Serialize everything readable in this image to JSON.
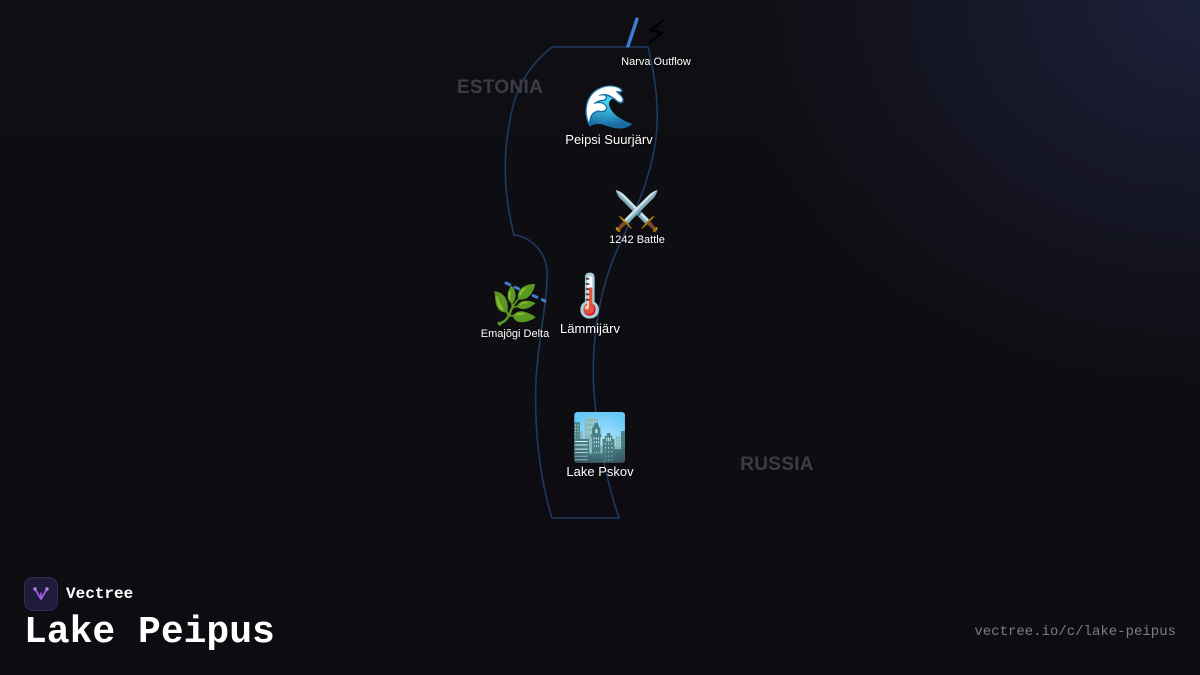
{
  "map": {
    "country_labels": {
      "estonia": "ESTONIA",
      "russia": "RUSSIA"
    },
    "pois": [
      {
        "id": "narva",
        "icon": "⚡",
        "icon_name": "lightning-icon",
        "label": "Narva Outflow"
      },
      {
        "id": "peipsi",
        "icon": "🌊",
        "icon_name": "wave-icon",
        "label": "Peipsi Suurjärv"
      },
      {
        "id": "battle",
        "icon": "⚔️",
        "icon_name": "crossed-swords-icon",
        "label": "1242 Battle"
      },
      {
        "id": "emajogi",
        "icon": "🌿",
        "icon_name": "herb-icon",
        "label": "Emajõgi Delta"
      },
      {
        "id": "lammijarv",
        "icon": "🌡️",
        "icon_name": "thermometer-icon",
        "label": "Lämmijärv"
      },
      {
        "id": "pskov",
        "icon": "🏙️",
        "icon_name": "cityscape-icon",
        "label": "Lake Pskov"
      }
    ],
    "colors": {
      "lake_outline": "#1f3a5f",
      "river": "#3d7bd6",
      "label_muted": "#3c3c44"
    }
  },
  "brand": {
    "name": "Vectree",
    "logo_color": "#a05ce0"
  },
  "title": "Lake Peipus",
  "url": "vectree.io/c/lake-peipus"
}
